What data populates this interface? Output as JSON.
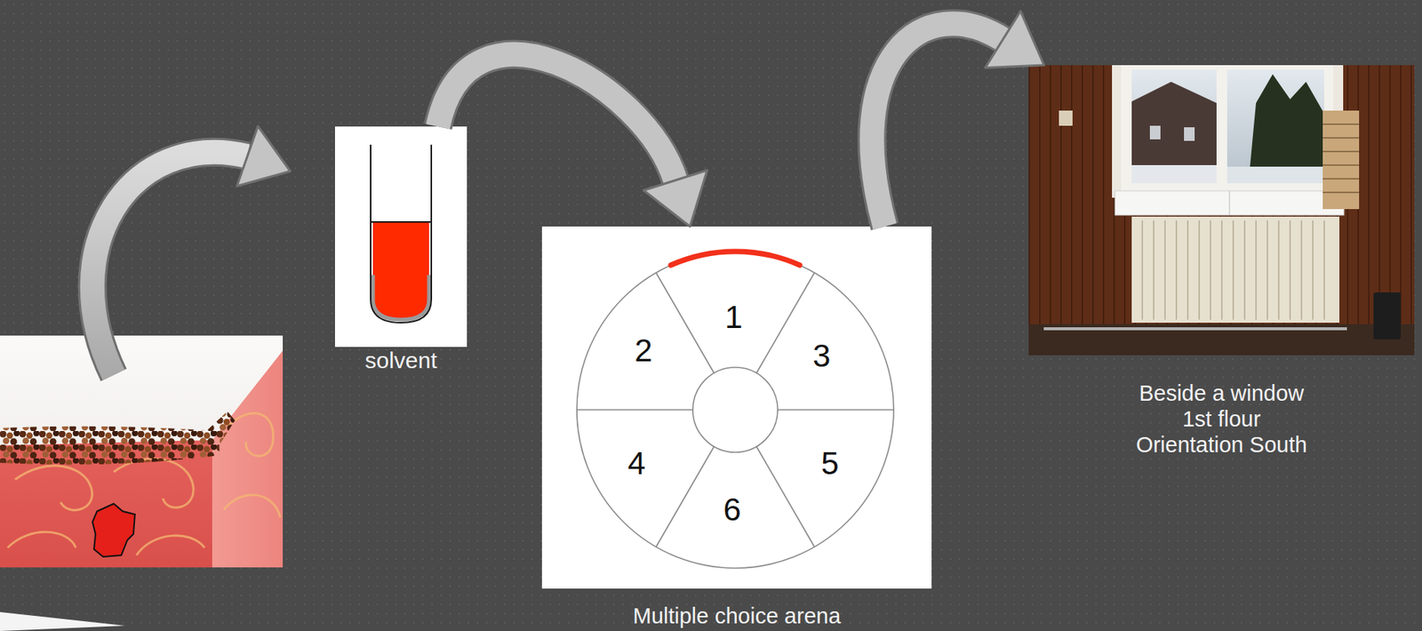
{
  "diagram": {
    "nodes": [
      {
        "text": [
          "solvent"
        ]
      },
      {
        "text": [
          "Multiple choice arena"
        ]
      },
      {
        "text": [
          "Beside a window 1st flour Orientation South"
        ]
      }
    ],
    "edges": [
      {
        "from": 0,
        "to": 1,
        "arrow": "to"
      },
      {
        "from": 1,
        "to": 2,
        "arrow": "to"
      }
    ],
    "labels": [
      "1",
      "2",
      "3",
      "4",
      "5",
      "6"
    ]
  }
}
